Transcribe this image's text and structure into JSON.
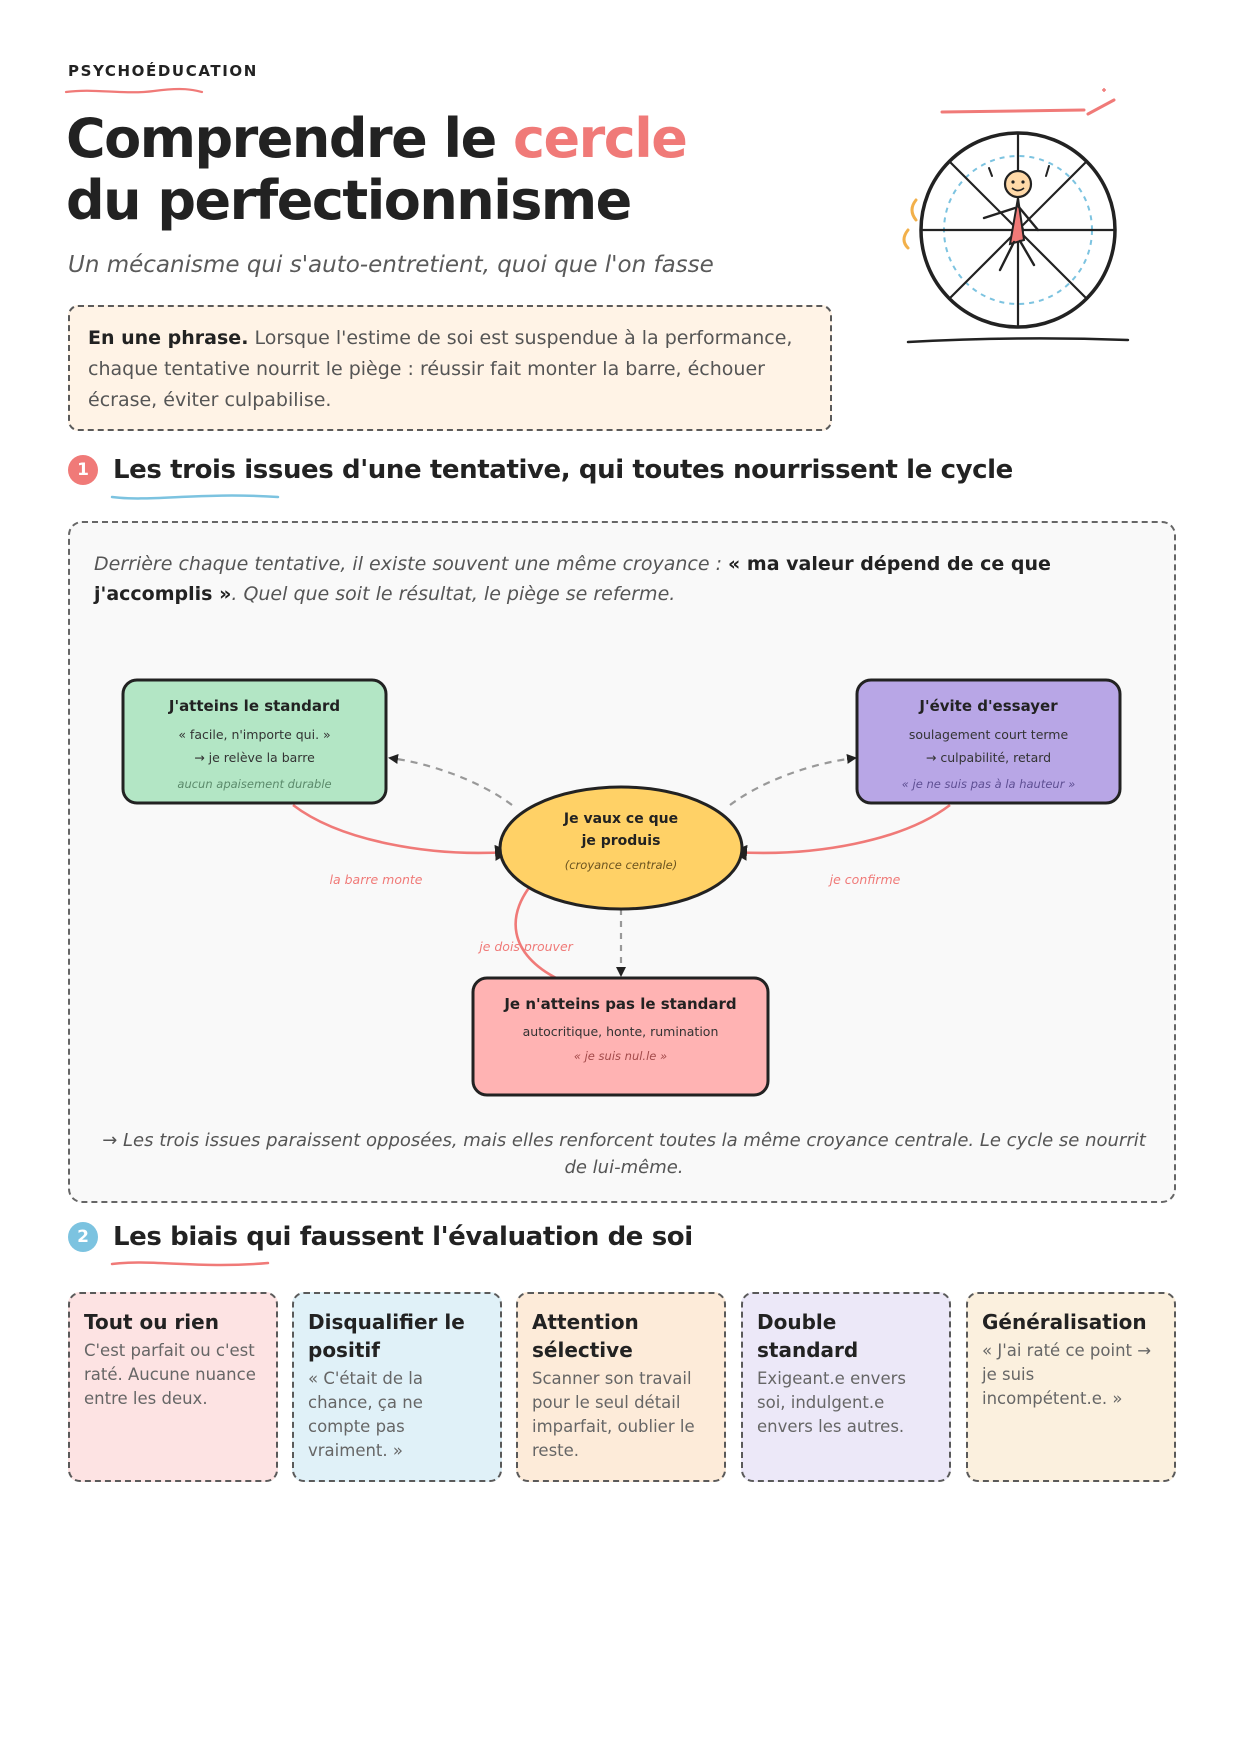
{
  "header": {
    "eyebrow": "PSYCHOÉDUCATION",
    "title_part1": "Comprendre le ",
    "title_accent": "cercle",
    "title_part2": "du perfectionnisme",
    "subtitle": "Un mécanisme qui s'auto-entretient, quoi que l'on fasse"
  },
  "summary": {
    "lead": "En une phrase.",
    "text": " Lorsque l'estime de soi est suspendue à la performance, chaque tentative nourrit le piège : réussir fait monter la barre, échouer écrase, éviter culpabilise."
  },
  "section1": {
    "number": "1",
    "title": "Les trois issues d'une tentative, qui toutes nourrissent le cycle",
    "intro_pre": "Derrière chaque tentative, il existe souvent une même croyance : ",
    "intro_bold": "« ma valeur dépend de ce que j'accomplis »",
    "intro_post": ". Quel que soit le résultat, le piège se referme.",
    "center": {
      "line1": "Je vaux ce que",
      "line2": "je produis",
      "caption": "(croyance centrale)"
    },
    "nodes": {
      "success": {
        "title": "J'atteins le standard",
        "line1": "« facile, n'importe qui. »",
        "line2": "→ je relève la barre",
        "line3": "aucun apaisement durable"
      },
      "avoid": {
        "title": "J'évite d'essayer",
        "line1": "soulagement court terme",
        "line2": "→ culpabilité, retard",
        "line3": "« je ne suis pas à la hauteur »"
      },
      "fail": {
        "title": "Je n'atteins pas le standard",
        "line1": "autocritique, honte, rumination",
        "line2": "« je suis nul.le »"
      }
    },
    "edge_labels": {
      "left": "la barre monte",
      "right": "je confirme",
      "bottom": "je dois prouver"
    },
    "note": "→ Les trois issues paraissent opposées, mais elles renforcent toutes la même croyance centrale. Le cycle se nourrit de lui-même."
  },
  "section2": {
    "number": "2",
    "title": "Les biais qui faussent l'évaluation de soi",
    "cards": [
      {
        "title": "Tout ou rien",
        "body": "C'est parfait ou c'est raté. Aucune nuance entre les deux."
      },
      {
        "title": "Disqualifier le positif",
        "body": "« C'était de la chance, ça ne compte pas vraiment. »"
      },
      {
        "title": "Attention sélective",
        "body": "Scanner son travail pour le seul détail imparfait, oublier le reste."
      },
      {
        "title": "Double standard",
        "body": "Exigeant.e envers soi, indulgent.e envers les autres."
      },
      {
        "title": "Généralisation",
        "body": "« J'ai raté ce point → je suis incompétent.e. »"
      }
    ]
  },
  "colors": {
    "accent_red": "#f07a78",
    "accent_blue": "#7cc3e0",
    "node_green": "#b3e6c5",
    "node_purple": "#b8a6e6",
    "node_pink": "#ffb3b3",
    "node_yellow": "#ffd166",
    "card_pink": "#fde3e3",
    "card_blue": "#e0f1f8",
    "card_peach": "#fdebd9",
    "card_lavender": "#ece8f8",
    "card_sand": "#fbf0de"
  },
  "icons": {
    "hero": "hamster-wheel-icon"
  }
}
